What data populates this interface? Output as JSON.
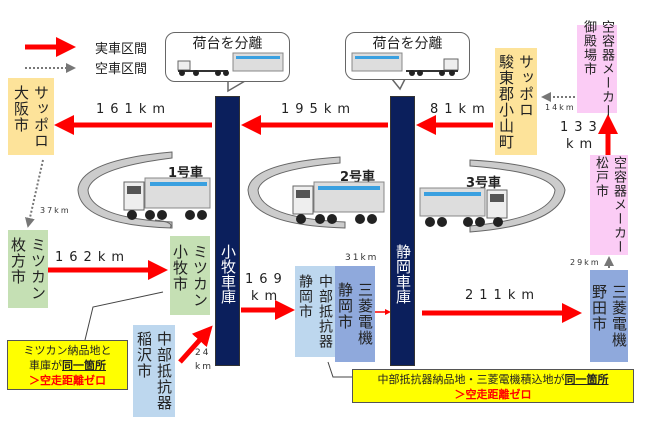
{
  "legend": {
    "loaded": "実車区間",
    "empty": "空車区間"
  },
  "callouts": [
    {
      "text": "荷台を分離"
    },
    {
      "text": "荷台を分離"
    }
  ],
  "depots": [
    {
      "name": "小牧車庫"
    },
    {
      "name": "静岡車庫"
    }
  ],
  "trucks": [
    {
      "label": "1号車"
    },
    {
      "label": "2号車"
    },
    {
      "label": "3号車"
    }
  ],
  "locations": {
    "sapporo_osaka": "サッポロ\n大阪市",
    "sapporo_sunto": "サッポロ\n駿東郡小山町",
    "gotemba": "空容器メーカー\n御殿場市",
    "matsudo": "空容器メーカー\n松戸市",
    "mitsubishi_noda": "三菱電機\n野田市",
    "chubu_shizuoka": "中部抵抗器\n静岡市",
    "mitsubishi_shizuoka": "三菱電機\n静岡市",
    "mitsukan_hirakata": "ミツカン\n枚方市",
    "mitsukan_komaki": "ミツカン\n小牧市",
    "chubu_inazawa": "中部抵抗器\n稲沢市"
  },
  "distances": {
    "d161": "161km",
    "d195": "195km",
    "d81": "81km",
    "d14": "14km",
    "d133a": "133",
    "d133b": "km",
    "d29": "29km",
    "d211": "211km",
    "d31": "31km",
    "d169a": "169",
    "d169b": "km",
    "d162": "162km",
    "d37": "37km",
    "d24a": "24",
    "d24b": "km"
  },
  "notes": {
    "left": {
      "line1": "ミツカン納品地と",
      "line2a": "車庫が",
      "line2b": "同一箇所",
      "line3": "＞空走距離ゼロ"
    },
    "bottom": {
      "line1a": "中部抵抗器納品地・三菱電機積込地が",
      "line1b": "同一箇所",
      "line2": "＞空走距離ゼロ"
    }
  },
  "colors": {
    "loaded": "#ff0000",
    "empty": "#777777",
    "depot": "#0b1f5c"
  }
}
